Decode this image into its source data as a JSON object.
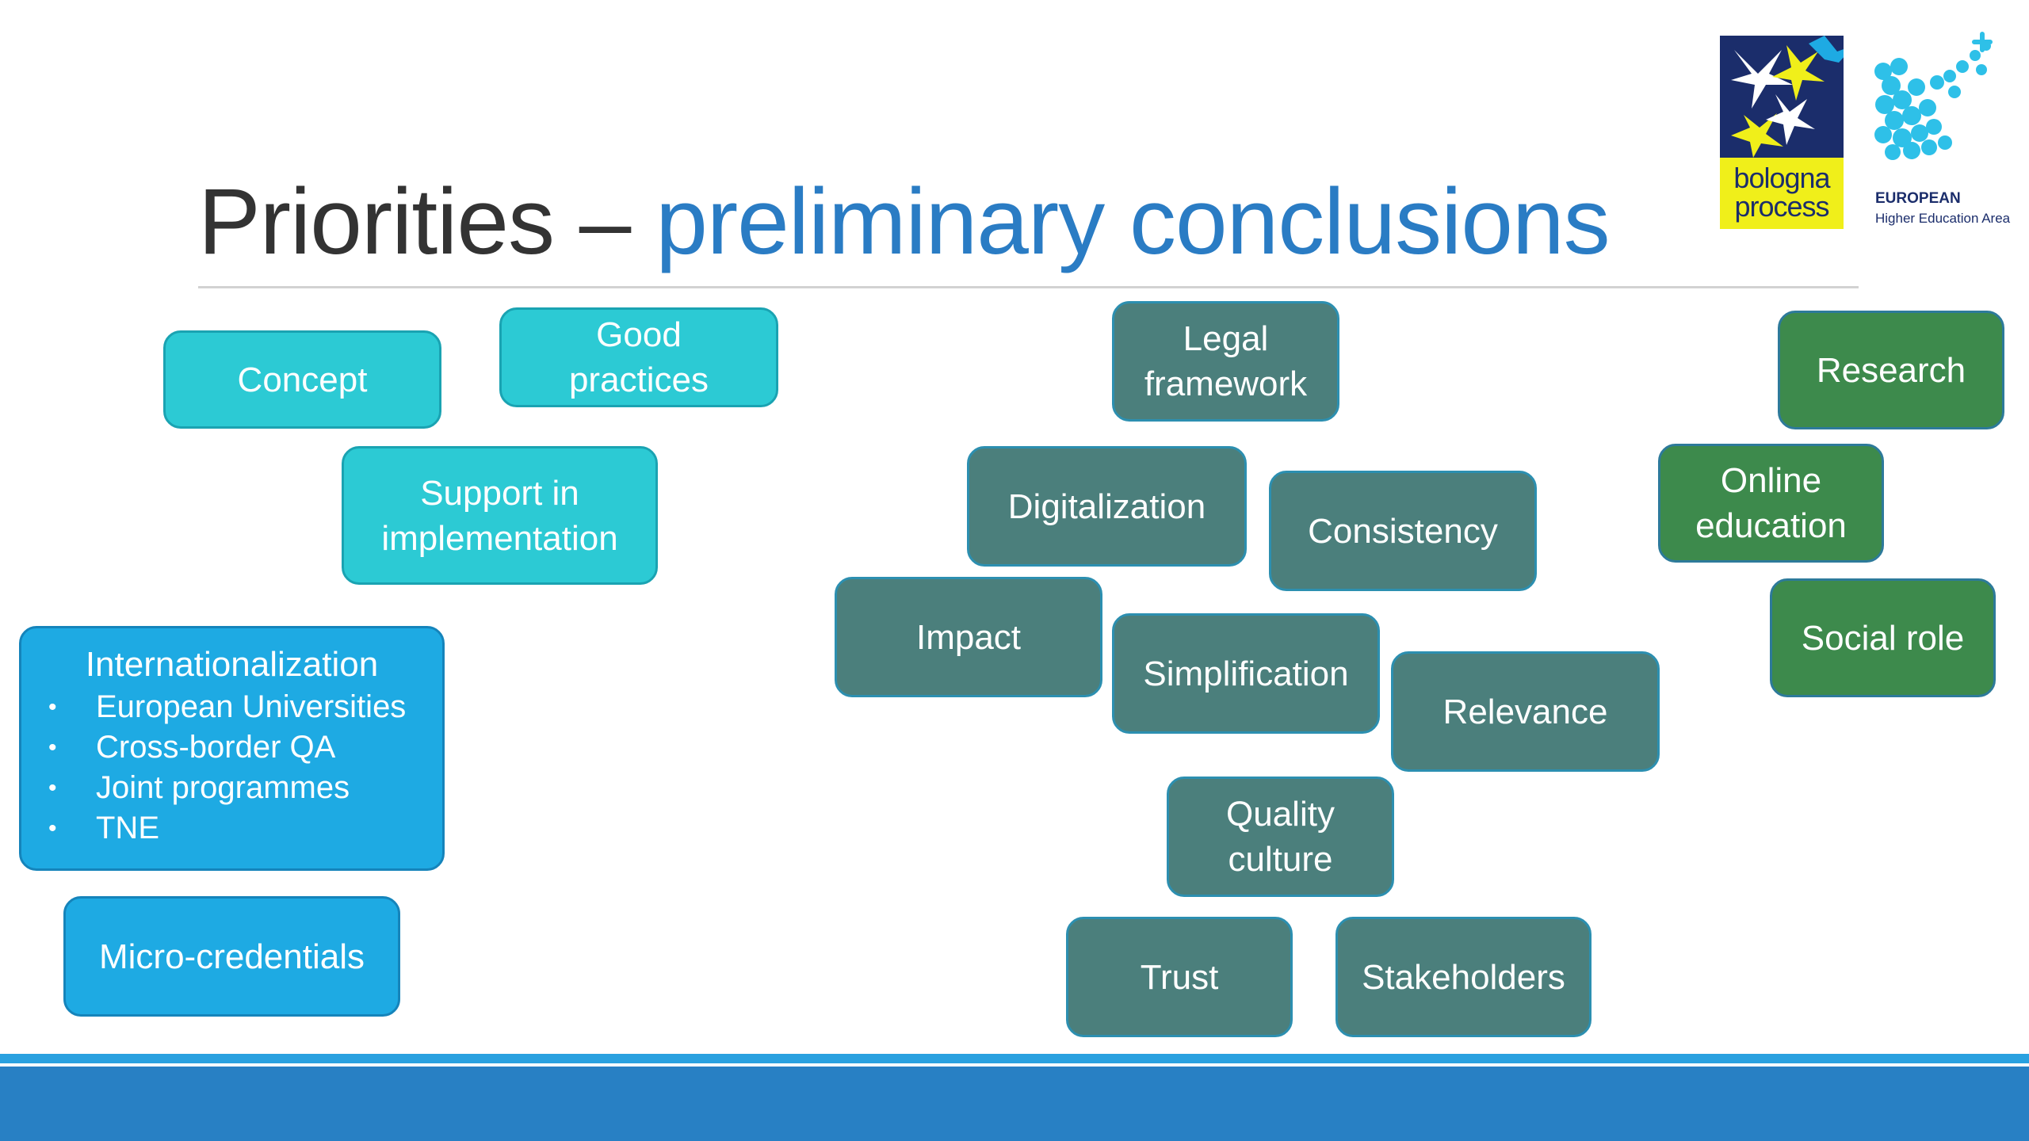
{
  "title": {
    "part1": "Priorities – ",
    "part2": "preliminary conclusions"
  },
  "logos": {
    "bologna_line1": "bologna",
    "bologna_line2": "process",
    "ehea_line1": "EUROPEAN",
    "ehea_line2": "Higher Education Area"
  },
  "colors": {
    "cyan": "#2ccad4",
    "blue": "#1eaae3",
    "teal": "#4b7f7c",
    "green": "#3d8a4c",
    "title_blue": "#2a7cc4",
    "footer": "#2880c4"
  },
  "boxes": {
    "concept": "Concept",
    "good_practices": [
      "Good",
      "practices"
    ],
    "support": [
      "Support in",
      "implementation"
    ],
    "internationalization": {
      "title": "Internationalization",
      "items": [
        "European Universities",
        "Cross-border QA",
        "Joint programmes",
        "TNE"
      ]
    },
    "micro_credentials": "Micro-credentials",
    "legal_framework": [
      "Legal",
      "framework"
    ],
    "digitalization": "Digitalization",
    "consistency": "Consistency",
    "impact": "Impact",
    "simplification": "Simplification",
    "relevance": "Relevance",
    "quality_culture": [
      "Quality",
      "culture"
    ],
    "trust": "Trust",
    "stakeholders": "Stakeholders",
    "research": "Research",
    "online_education": [
      "Online",
      "education"
    ],
    "social_role": "Social role"
  }
}
